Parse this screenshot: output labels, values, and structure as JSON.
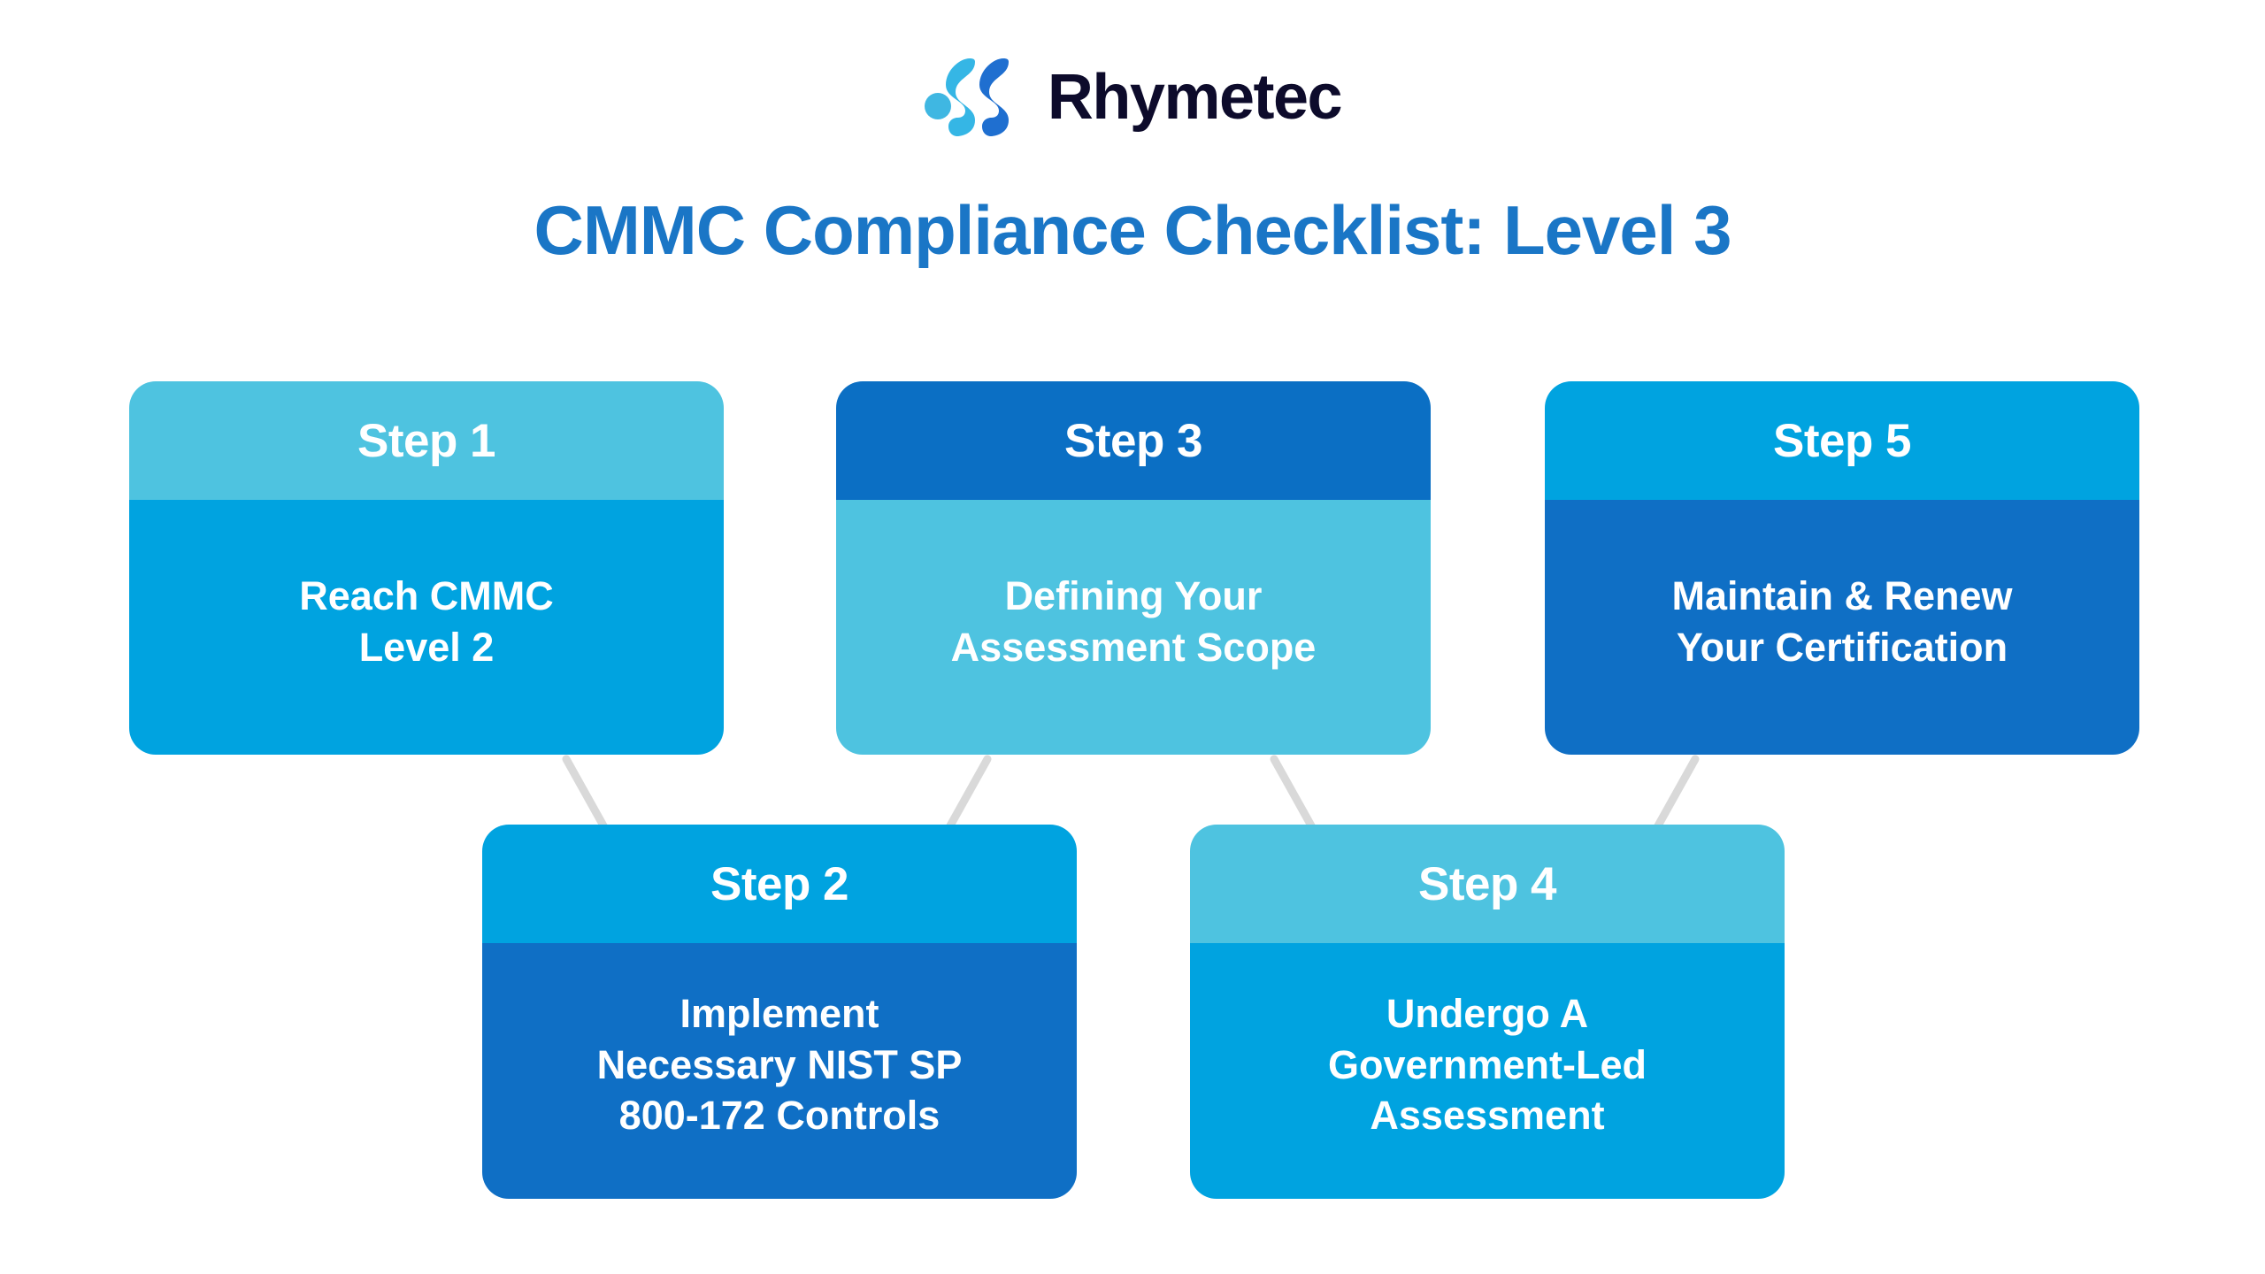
{
  "brand": {
    "name": "Rhymetec",
    "logo_mark_icon": "rhymetec-waves-icon",
    "mark_dot_color": "#3fb7e2",
    "mark_wave_light_color": "#35b6e5",
    "mark_wave_dark_color": "#1f6fd0",
    "wordmark_color": "#0d0b2b"
  },
  "title": "CMMC Compliance Checklist: Level 3",
  "title_color": "#1a76c6",
  "palette": {
    "light_cyan": "#4ec3e0",
    "bright_cyan": "#00a3e0",
    "deep_blue": "#0f6fc5",
    "connector_gray": "#d9d9d9",
    "card_text": "#ffffff"
  },
  "steps": [
    {
      "id": "step-1",
      "header": "Step 1",
      "body": "Reach CMMC\nLevel 2",
      "header_color": "#4ec3e0",
      "body_color": "#00a3e0",
      "row": "top"
    },
    {
      "id": "step-2",
      "header": "Step 2",
      "body": "Implement\nNecessary NIST SP\n800-172 Controls",
      "header_color": "#00a3e0",
      "body_color": "#0f6fc5",
      "row": "bottom"
    },
    {
      "id": "step-3",
      "header": "Step 3",
      "body": "Defining Your\nAssessment Scope",
      "header_color": "#0b6fc4",
      "body_color": "#4ec3e0",
      "row": "top"
    },
    {
      "id": "step-4",
      "header": "Step 4",
      "body": "Undergo A\nGovernment-Led\nAssessment",
      "header_color": "#4ec3e0",
      "body_color": "#00a3e0",
      "row": "bottom"
    },
    {
      "id": "step-5",
      "header": "Step 5",
      "body": "Maintain & Renew\nYour Certification",
      "header_color": "#00a3e0",
      "body_color": "#0f6fc5",
      "row": "top"
    }
  ]
}
